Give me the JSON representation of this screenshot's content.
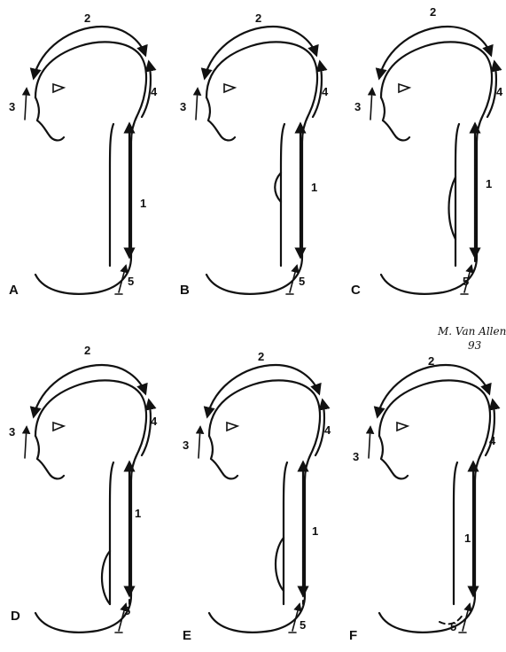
{
  "panels": [
    {
      "id": "A",
      "letter": "A",
      "labels": {
        "n1": "1",
        "n2": "2",
        "n3": "3",
        "n4": "4",
        "n5": "5"
      },
      "variant": "solid"
    },
    {
      "id": "B",
      "letter": "B",
      "labels": {
        "n1": "1",
        "n2": "2",
        "n3": "3",
        "n4": "4",
        "n5": "5"
      },
      "variant": "bulge-dashed"
    },
    {
      "id": "C",
      "letter": "C",
      "labels": {
        "n1": "1",
        "n2": "2",
        "n3": "3",
        "n4": "4",
        "n5": "5"
      },
      "variant": "bulge-dashed-low"
    },
    {
      "id": "D",
      "letter": "D",
      "labels": {
        "n1": "1",
        "n2": "2",
        "n3": "3",
        "n4": "4",
        "n5": "5"
      },
      "variant": "lower-dashed"
    },
    {
      "id": "E",
      "letter": "E",
      "labels": {
        "n1": "1",
        "n2": "2",
        "n3": "3",
        "n4": "4",
        "n5": "5"
      },
      "variant": "lower-dashed"
    },
    {
      "id": "F",
      "letter": "F",
      "labels": {
        "n1": "1",
        "n2": "2",
        "n3": "3",
        "n4": "4",
        "n5": "5"
      },
      "variant": "bottom-dashed"
    }
  ],
  "signature": {
    "line1": "M. Van Allen",
    "line2": "93"
  }
}
